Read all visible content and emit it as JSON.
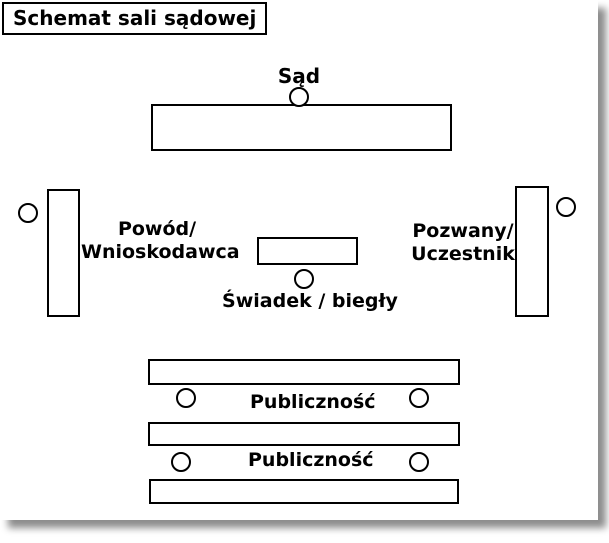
{
  "title_box": {
    "text": "Schemat sali sądowej"
  },
  "labels": {
    "judge": "Sąd",
    "plaintiff_line1": "Powód/",
    "plaintiff_line2": "Wnioskodawca",
    "defendant_line1": "Pozwany/",
    "defendant_line2": "Uczestnik",
    "witness": "Świadek / biegły",
    "audience_row1": "Publiczność",
    "audience_row2": "Publiczność"
  },
  "colors": {
    "line": "#000000",
    "background": "#ffffff",
    "page_shadow": "rgba(0,0,0,0.45)"
  }
}
